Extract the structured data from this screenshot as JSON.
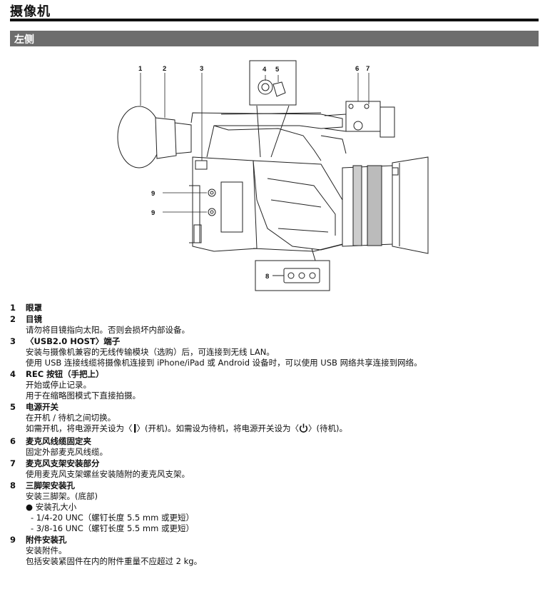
{
  "page": {
    "title": "摄像机",
    "section": "左侧"
  },
  "figure": {
    "callouts": [
      "1",
      "2",
      "3",
      "4",
      "5",
      "6",
      "7",
      "9",
      "9",
      "8"
    ]
  },
  "items": [
    {
      "num": "1",
      "title": "眼罩",
      "lines": []
    },
    {
      "num": "2",
      "title": "目镜",
      "lines": [
        "请勿将目镜指向太阳。否则会损坏内部设备。"
      ]
    },
    {
      "num": "3",
      "title": "〈USB2.0 HOST〉端子",
      "lines": [
        "安装与摄像机兼容的无线传输模块（选购）后，可连接到无线 LAN。",
        "使用 USB 连接线缆将摄像机连接到 iPhone/iPad 或 Android 设备时，可以使用 USB 网络共享连接到网络。"
      ]
    },
    {
      "num": "4",
      "title": "REC 按钮（手把上）",
      "lines": [
        "开始或停止记录。",
        "用于在缩略图模式下直接拍摄。"
      ]
    },
    {
      "num": "5",
      "title": "电源开关",
      "lines": [
        "在开机 / 待机之间切换。"
      ],
      "power_line": {
        "a": "如需开机，将电源开关设为〈",
        "b": "〉(开机)。如需设为待机，将电源开关设为〈",
        "c": "〉(待机)。"
      }
    },
    {
      "num": "6",
      "title": "麦克风线缆固定夹",
      "lines": [
        "固定外部麦克风线缆。"
      ]
    },
    {
      "num": "7",
      "title": "麦克风支架安装部分",
      "lines": [
        "使用麦克风支架螺丝安装随附的麦克风支架。"
      ]
    },
    {
      "num": "8",
      "title": "三脚架安装孔",
      "lines": [
        "安装三脚架。(底部)"
      ],
      "bullet": "● 安装孔大小",
      "subs": [
        "- 1/4-20 UNC（螺钉长度 5.5 mm 或更短）",
        "- 3/8-16 UNC（螺钉长度 5.5 mm 或更短）"
      ]
    },
    {
      "num": "9",
      "title": "附件安装孔",
      "lines": [
        "安装附件。",
        "包括安装紧固件在内的附件重量不应超过 2 kg。"
      ]
    }
  ]
}
